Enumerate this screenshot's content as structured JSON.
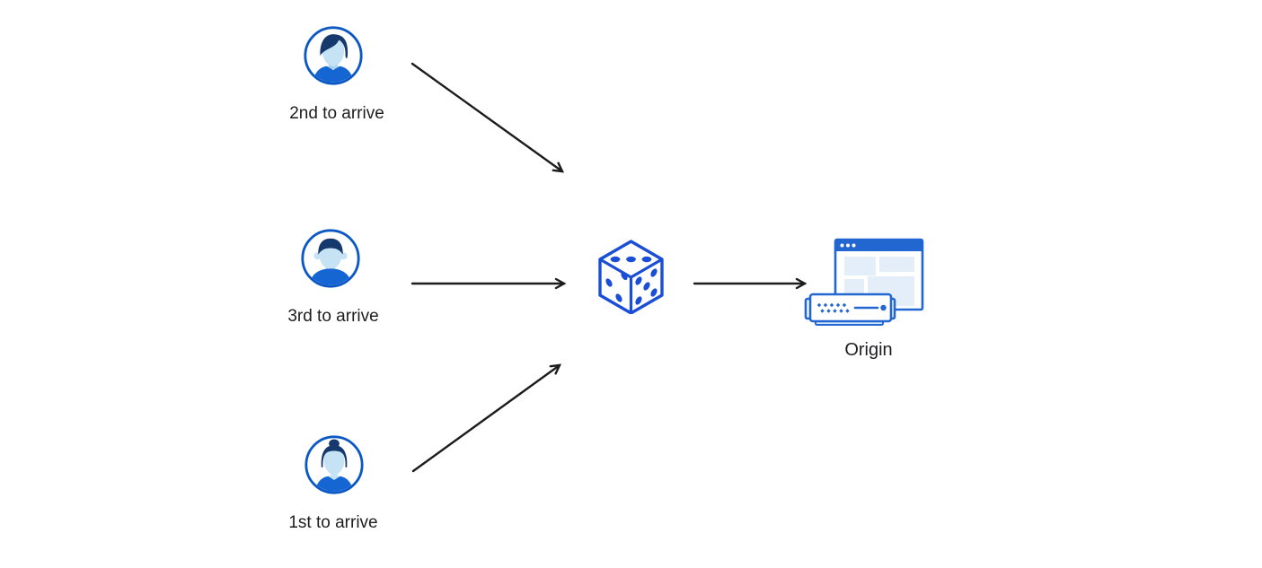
{
  "page": {
    "background": "#ffffff"
  },
  "colors": {
    "line_black": "#1c1c1c",
    "text": "#1d1d1f",
    "ring_blue": "#0b58c5",
    "navy": "#16396d",
    "skin": "#c6e3f5",
    "skin_shadow": "#a9d2ec",
    "shirt": "#1566d3",
    "dice_blue": "#1b4ed6",
    "ui_blue": "#2166d1",
    "panel": "#e3eef8",
    "server_base": "#d0e7f7",
    "white": "#ffffff"
  },
  "diagram": {
    "visitors": [
      {
        "label": "2nd to arrive",
        "icon": "avatar-male-swept-hair"
      },
      {
        "label": "3rd to arrive",
        "icon": "avatar-male-flat-top"
      },
      {
        "label": "1st to arrive",
        "icon": "avatar-female-bun"
      }
    ],
    "selector": {
      "icon": "dice"
    },
    "origin": {
      "label": "Origin",
      "icon": "origin-server-browser-window"
    },
    "arrows": [
      "visitor-second-to-dice",
      "visitor-third-to-dice",
      "visitor-first-to-dice",
      "dice-to-origin"
    ]
  }
}
